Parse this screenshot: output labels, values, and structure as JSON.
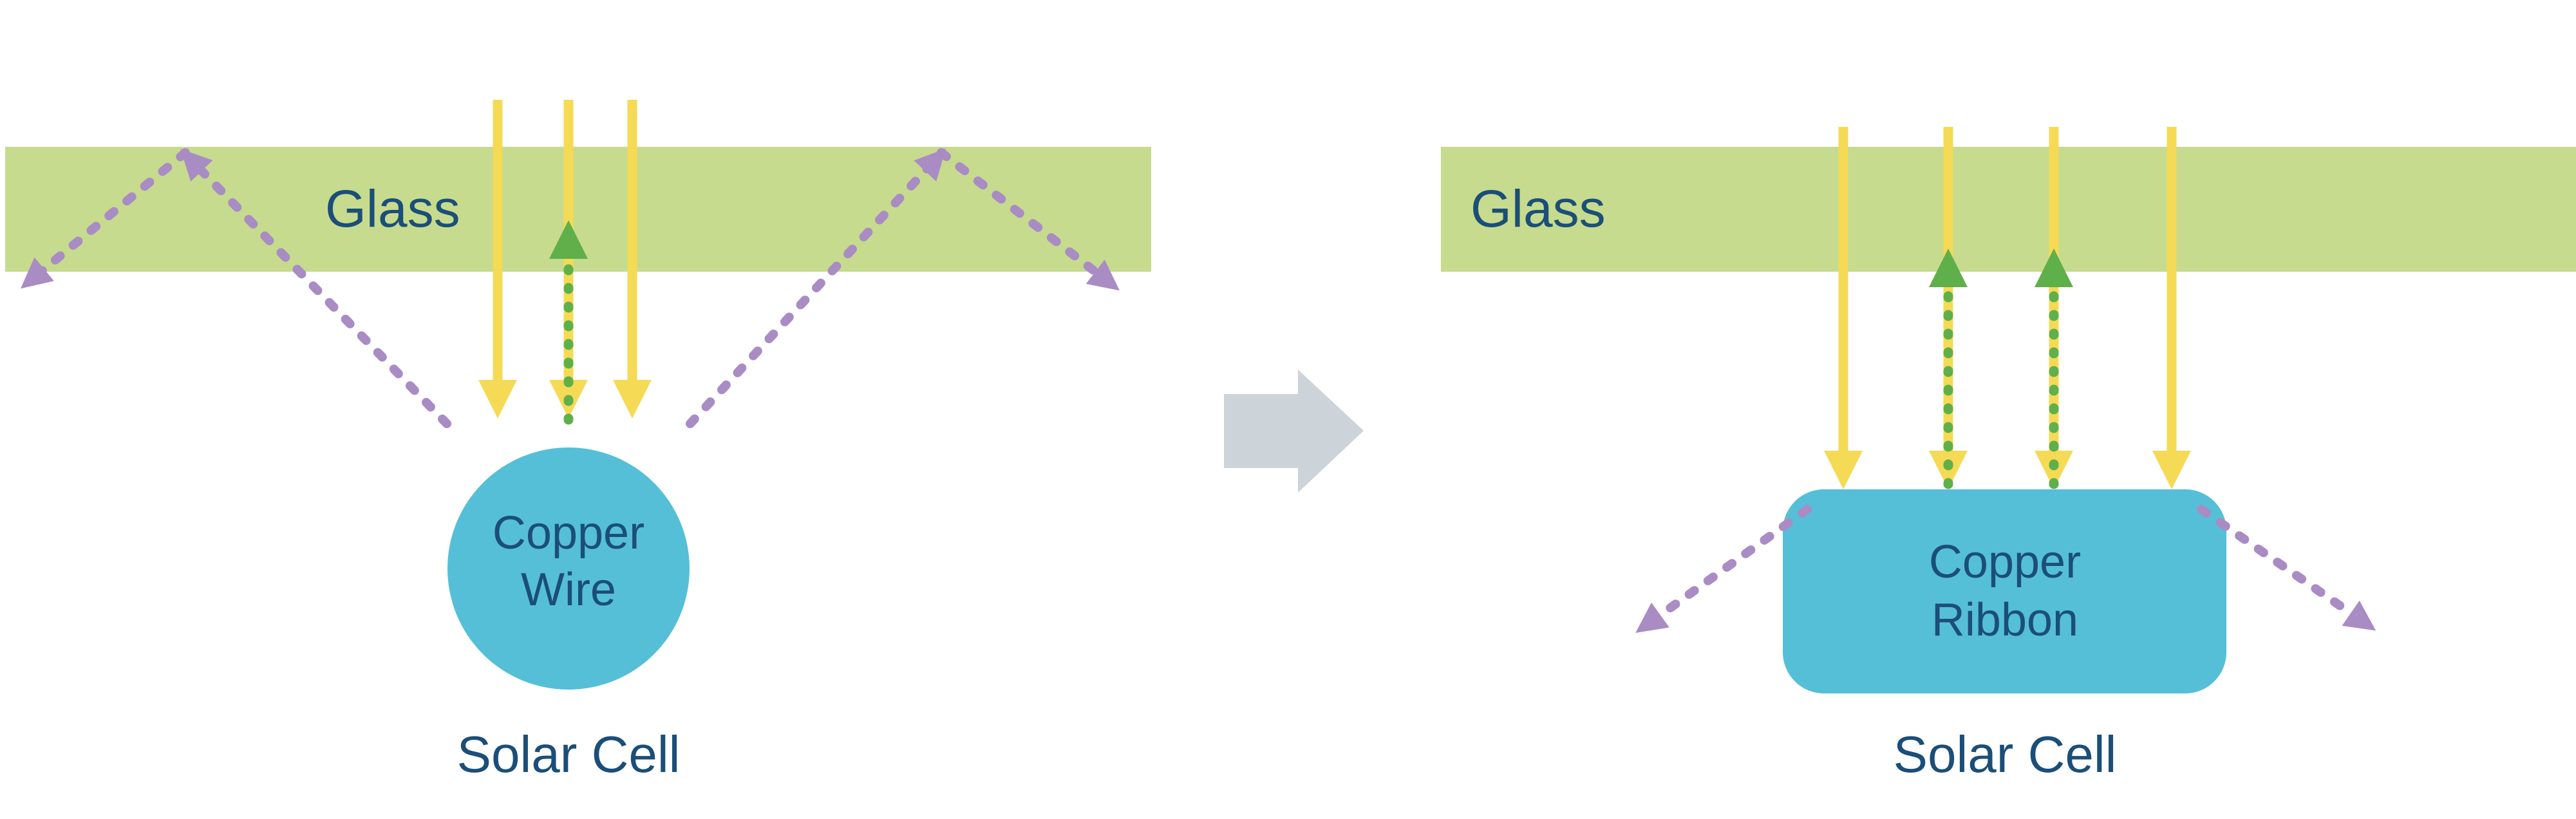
{
  "colors": {
    "background": "#ffffff",
    "glass": "#c6db8d",
    "copper": "#55bfd8",
    "sunlight": "#f5da55",
    "reflected": "#5fb04a",
    "scattered": "#a98cc4",
    "text": "#1b4e78",
    "transition": "#ccd3d9"
  },
  "left_panel": {
    "glass_label": "Glass",
    "component_label_line1": "Copper",
    "component_label_line2": "Wire",
    "cell_label": "Solar Cell"
  },
  "right_panel": {
    "glass_label": "Glass",
    "component_label_line1": "Copper",
    "component_label_line2": "Ribbon",
    "cell_label": "Solar Cell"
  },
  "icons": {
    "sunlight-ray-icon": "solid yellow downward arrow",
    "reflected-ray-icon": "green dotted upward arrow",
    "scattered-ray-icon": "purple dotted diagonal arrow",
    "transition-right-arrow-icon": "gray block arrow pointing right"
  }
}
